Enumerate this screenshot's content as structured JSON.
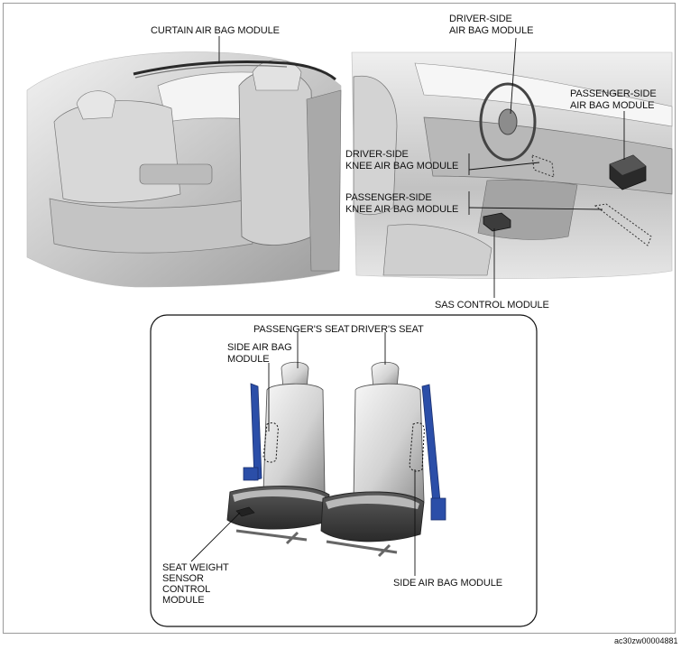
{
  "labels": {
    "curtain_air_bag_module": "CURTAIN AIR BAG MODULE",
    "driver_side_air_bag_module": [
      "DRIVER-SIDE",
      "AIR BAG MODULE"
    ],
    "passenger_side_air_bag_module": [
      "PASSENGER-SIDE",
      "AIR BAG MODULE"
    ],
    "driver_side_knee_air_bag_module": [
      "DRIVER-SIDE",
      "KNEE AIR BAG MODULE"
    ],
    "passenger_side_knee_air_bag_module": [
      "PASSENGER-SIDE",
      "KNEE AIR BAG MODULE"
    ],
    "sas_control_module": "SAS CONTROL MODULE",
    "passengers_seat": "PASSENGER'S SEAT",
    "drivers_seat": "DRIVER'S SEAT",
    "side_air_bag_module_left": [
      "SIDE AIR BAG",
      "MODULE"
    ],
    "seat_weight_sensor_control_module": [
      "SEAT WEIGHT",
      "SENSOR",
      "CONTROL",
      "MODULE"
    ],
    "side_air_bag_module_right": "SIDE AIR BAG MODULE"
  },
  "figure_code": "ac30zw00004881",
  "colors": {
    "frame": "#9a9a9a",
    "line": "#111111",
    "belt_blue": "#2b4ea8",
    "seat_light": "#e8e8e8",
    "seat_dark": "#3a3a3a",
    "interior_gray": "#c9c9c9"
  }
}
